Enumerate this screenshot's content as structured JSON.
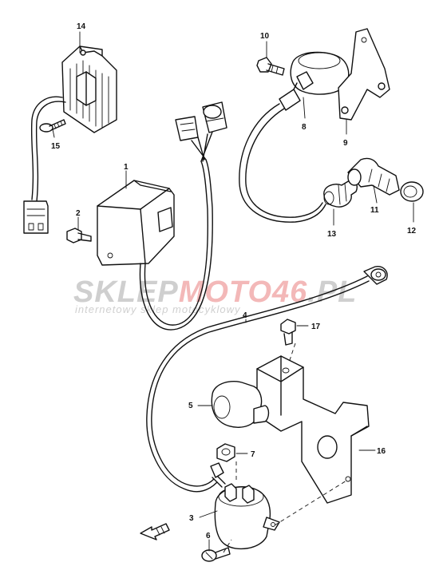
{
  "callouts": [
    {
      "id": "c1",
      "text": "1"
    },
    {
      "id": "c2",
      "text": "2"
    },
    {
      "id": "c3",
      "text": "3"
    },
    {
      "id": "c4",
      "text": "4"
    },
    {
      "id": "c5",
      "text": "5"
    },
    {
      "id": "c6",
      "text": "6"
    },
    {
      "id": "c7",
      "text": "7"
    },
    {
      "id": "c8",
      "text": "8"
    },
    {
      "id": "c9",
      "text": "9"
    },
    {
      "id": "c10",
      "text": "10"
    },
    {
      "id": "c11",
      "text": "11"
    },
    {
      "id": "c12",
      "text": "12"
    },
    {
      "id": "c13",
      "text": "13"
    },
    {
      "id": "c14",
      "text": "14"
    },
    {
      "id": "c15",
      "text": "15"
    },
    {
      "id": "c16",
      "text": "16"
    },
    {
      "id": "c17",
      "text": "17"
    }
  ],
  "watermark": {
    "brand_a": "SKLEP",
    "brand_b": "MOTO",
    "brand_c": "46",
    "brand_d": ".PL",
    "tagline": "internetowy sklep motocyklowy"
  },
  "colors": {
    "line": "#111111",
    "watermark_grey": "#cfcfcf",
    "watermark_red": "#f3b8b8"
  },
  "icons": {
    "front_arrow": "front-direction-arrow-icon"
  }
}
